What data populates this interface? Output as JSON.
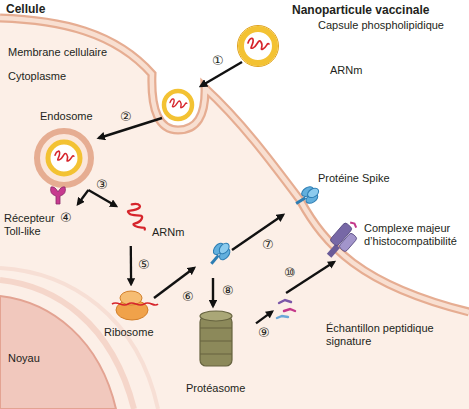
{
  "diagram": {
    "nodes": [
      {
        "text": [
          "Cellule",
          "Membrane cellulaire",
          "Cytoplasme"
        ]
      },
      {
        "text": [
          "Nanoparticule vaccinale",
          "Capsule phospholipidique",
          "ARNm"
        ]
      },
      {
        "text": [
          "Endosome"
        ],
        "in": 0
      },
      {
        "text": [
          "Récepteur Toll-like"
        ],
        "in": 0
      },
      {
        "text": [
          "ARNm"
        ],
        "in": 0
      },
      {
        "text": [
          "Ribosome"
        ],
        "in": 0
      },
      {
        "text": [
          "Protéine Spike"
        ],
        "in": 0
      },
      {
        "text": [
          "Protéasome"
        ],
        "in": 0
      },
      {
        "text": [
          "Échantillon peptidique signature"
        ],
        "in": 0
      },
      {
        "text": [
          "Complexe majeur d’histocompatibilité"
        ],
        "in": 0
      },
      {
        "text": [
          "Noyau"
        ],
        "in": 0
      }
    ],
    "edges": [
      {
        "from": 2,
        "to": 4,
        "label": "③",
        "arrow": "to"
      },
      {
        "from": 2,
        "to": 3,
        "arrow": "to"
      },
      {
        "from": 4,
        "to": 5,
        "label": "⑤",
        "arrow": "to"
      },
      {
        "from": 7,
        "to": 8,
        "label": "⑨",
        "arrow": "to"
      },
      {
        "from": 8,
        "to": 9,
        "label": "⑩",
        "arrow": "to"
      }
    ],
    "labels": [
      "①",
      "②",
      "④",
      "⑥",
      "⑦",
      "⑧"
    ]
  }
}
